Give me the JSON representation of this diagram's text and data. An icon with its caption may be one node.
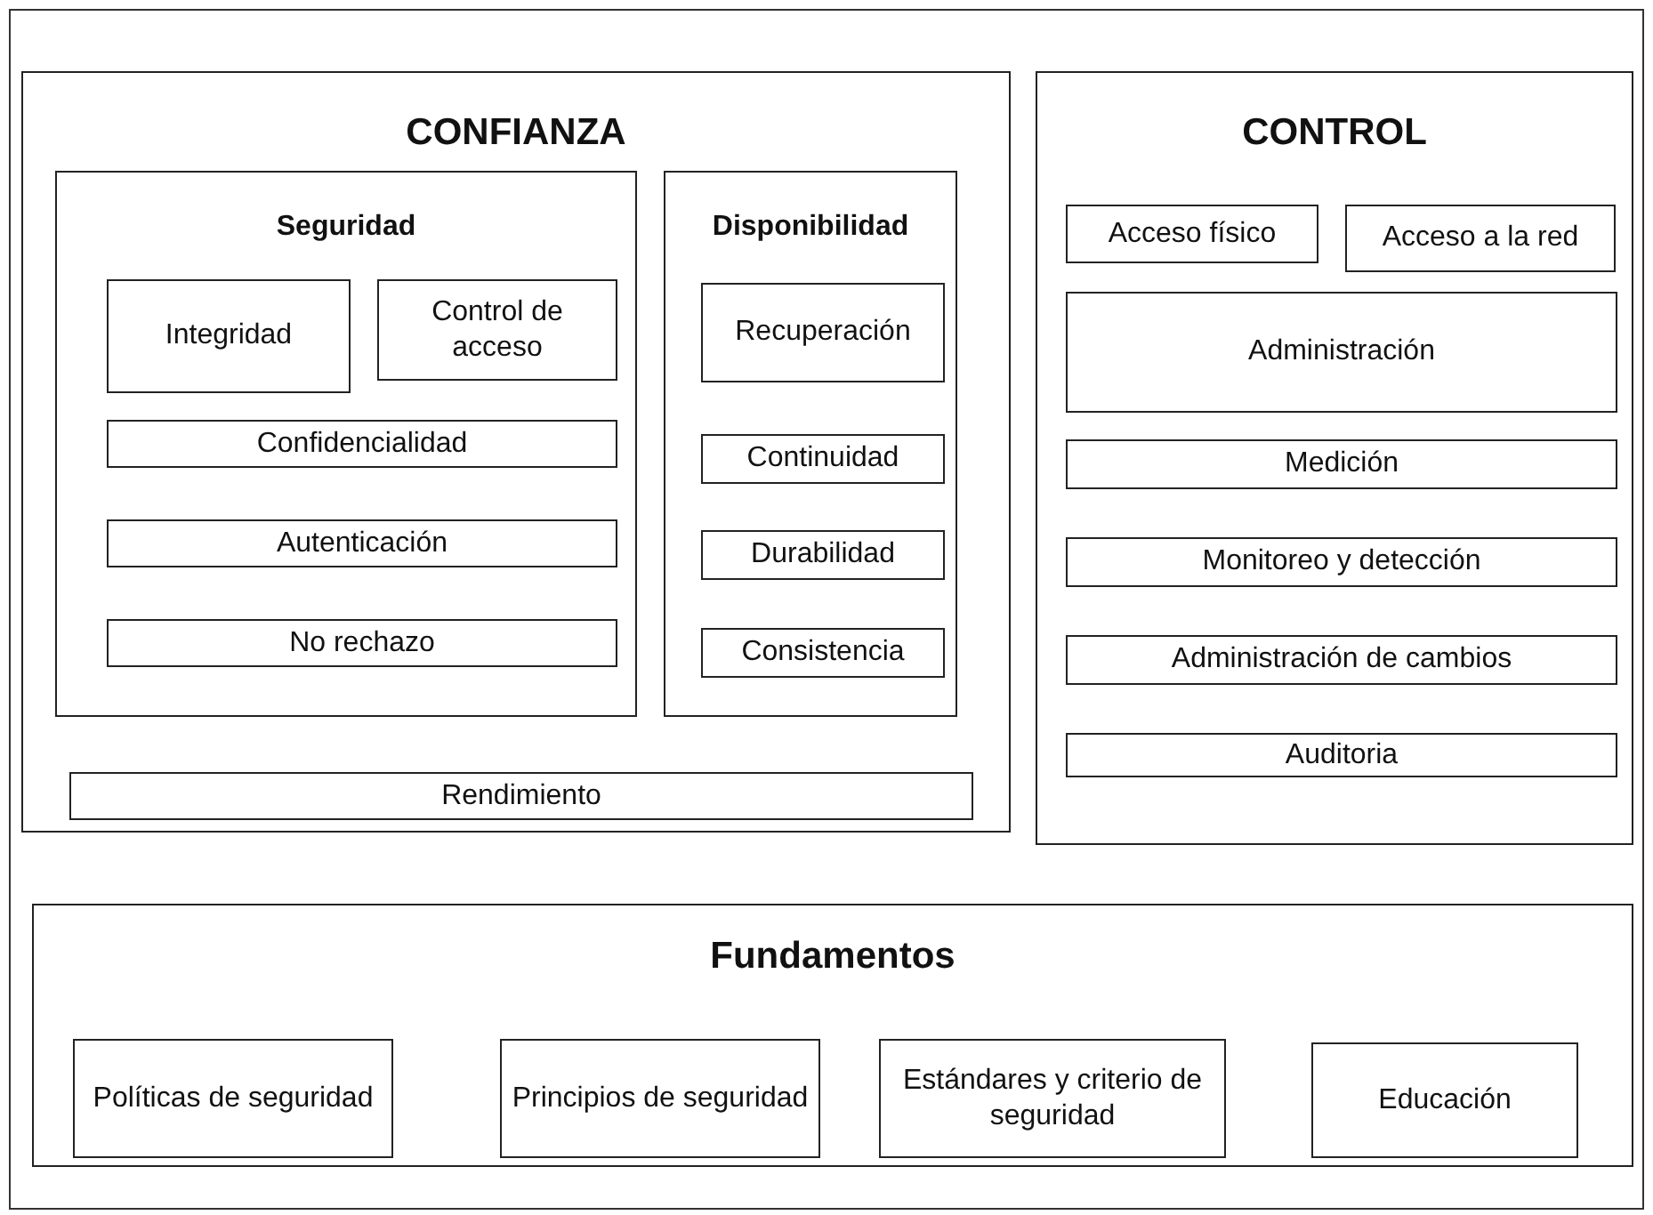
{
  "diagram": {
    "nodes": [
      {
        "text": [
          "CONFIANZA"
        ]
      },
      {
        "text": [
          "Seguridad"
        ],
        "in": 0
      },
      {
        "text": [
          "Integridad"
        ],
        "in": 1
      },
      {
        "text": [
          "Control de acceso"
        ],
        "in": 1
      },
      {
        "text": [
          "Confidencialidad"
        ],
        "in": 1
      },
      {
        "text": [
          "Autenticación"
        ],
        "in": 1
      },
      {
        "text": [
          "No rechazo"
        ],
        "in": 1
      },
      {
        "text": [
          "Disponibilidad"
        ],
        "in": 0
      },
      {
        "text": [
          "Recuperación"
        ],
        "in": 7
      },
      {
        "text": [
          "Continuidad"
        ],
        "in": 7
      },
      {
        "text": [
          "Durabilidad"
        ],
        "in": 7
      },
      {
        "text": [
          "Consistencia"
        ],
        "in": 7
      },
      {
        "text": [
          "Rendimiento"
        ],
        "in": 0
      },
      {
        "text": [
          "CONTROL"
        ]
      },
      {
        "text": [
          "Acceso físico"
        ],
        "in": 13
      },
      {
        "text": [
          "Acceso a la red"
        ],
        "in": 13
      },
      {
        "text": [
          "Administración"
        ],
        "in": 13
      },
      {
        "text": [
          "Medición"
        ],
        "in": 13
      },
      {
        "text": [
          "Monitoreo y detección"
        ],
        "in": 13
      },
      {
        "text": [
          "Administración de cambios"
        ],
        "in": 13
      },
      {
        "text": [
          "Auditoria"
        ],
        "in": 13
      },
      {
        "text": [
          "Fundamentos"
        ]
      },
      {
        "text": [
          "Políticas de seguridad"
        ],
        "in": 21
      },
      {
        "text": [
          "Principios de seguridad"
        ],
        "in": 21
      },
      {
        "text": [
          "Estándares y criterio de seguridad"
        ],
        "in": 21
      },
      {
        "text": [
          "Educación"
        ],
        "in": 21
      }
    ]
  }
}
